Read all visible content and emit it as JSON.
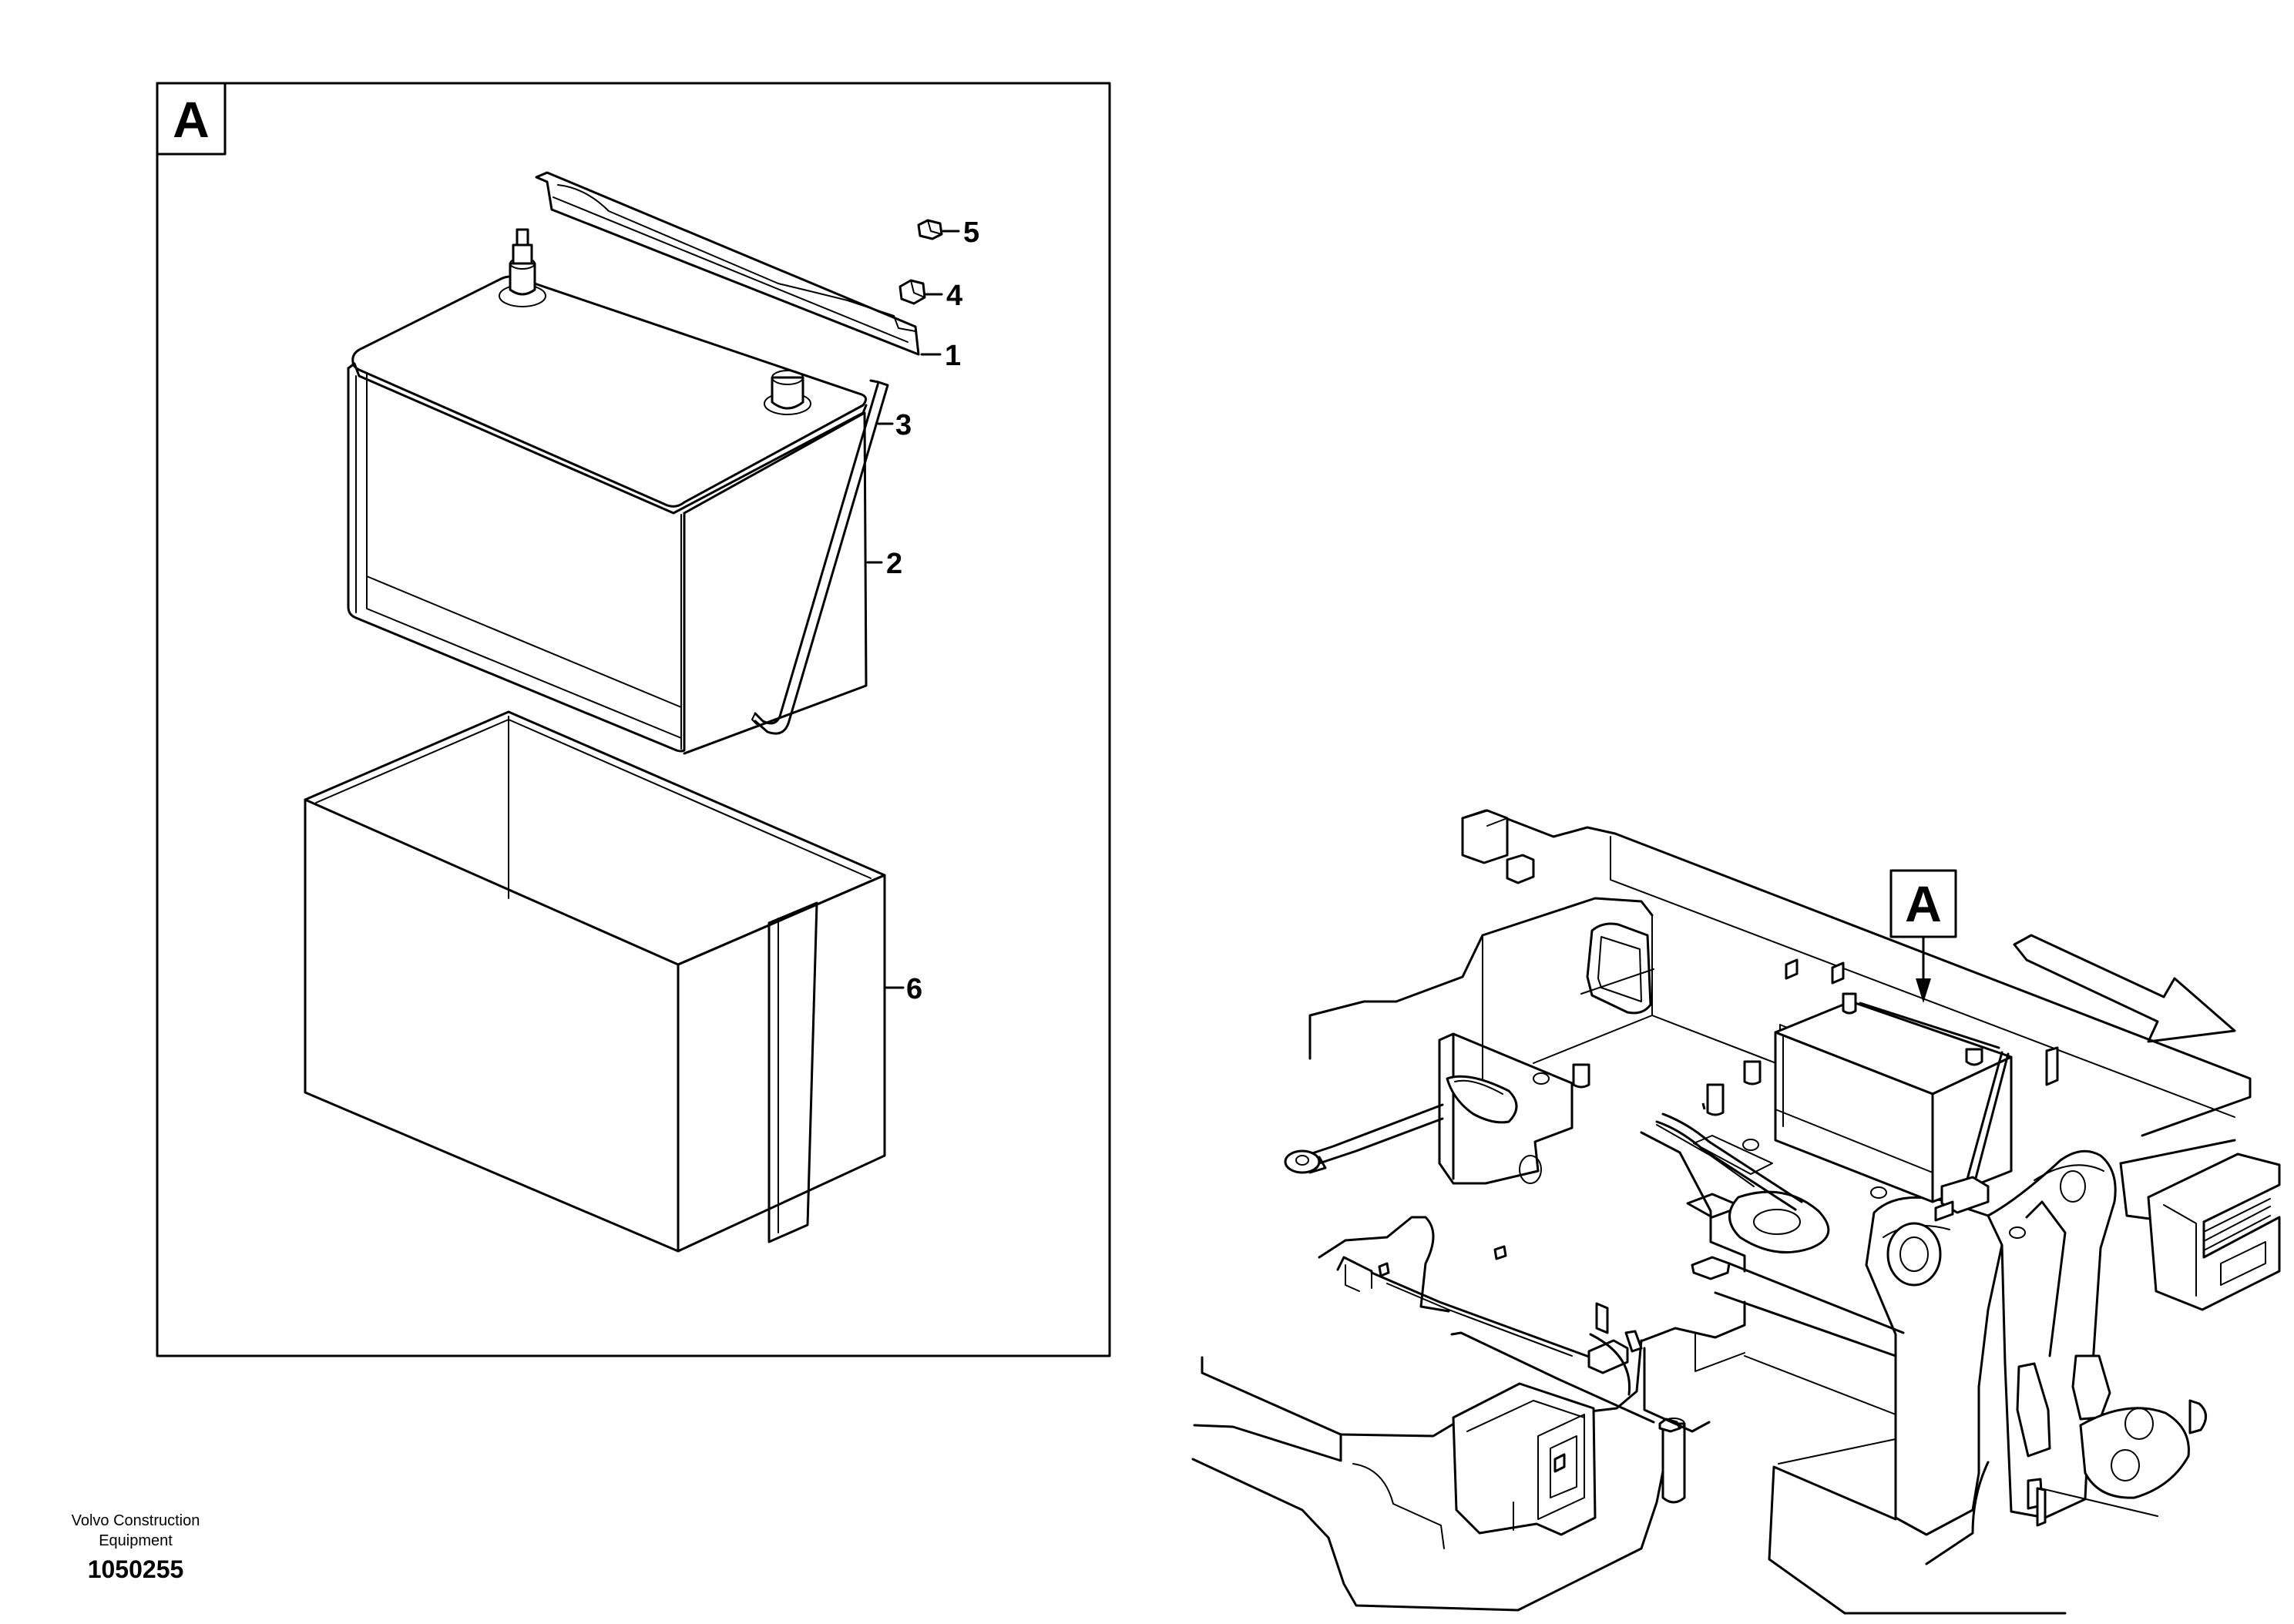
{
  "detail_view": {
    "view_letter": "A",
    "callouts": [
      {
        "label": "5"
      },
      {
        "label": "4"
      },
      {
        "label": "1"
      },
      {
        "label": "3"
      },
      {
        "label": "2"
      },
      {
        "label": "6"
      }
    ]
  },
  "overview": {
    "view_letter": "A"
  },
  "credit": {
    "line1": "Volvo Construction",
    "line2": "Equipment",
    "reference_number": "1050255"
  }
}
